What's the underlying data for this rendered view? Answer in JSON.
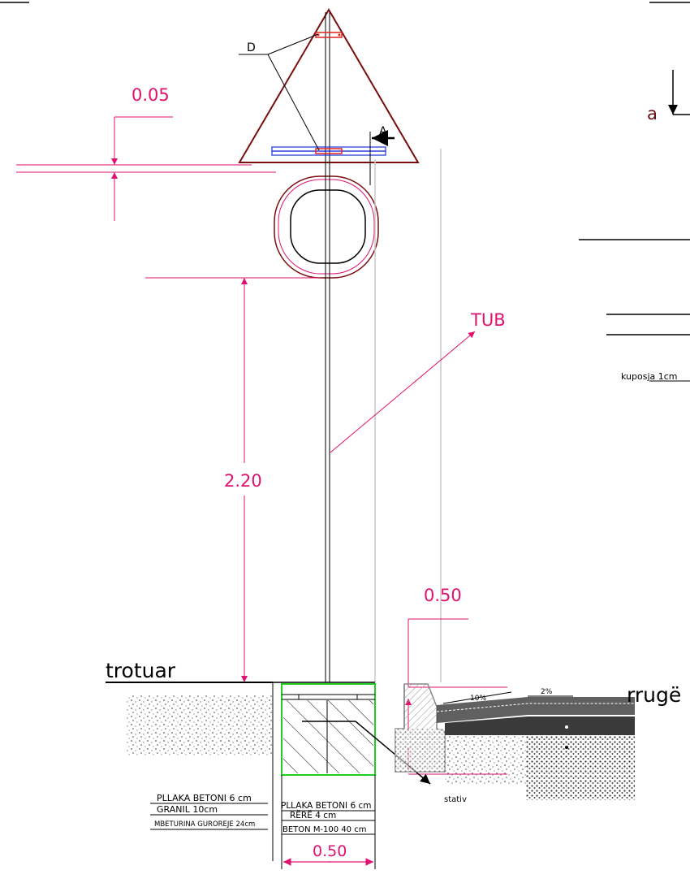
{
  "dimensions": {
    "plate_gap": "0.05",
    "pole_height": "2.20",
    "curb_offset": "0.50",
    "foundation_width": "0.50"
  },
  "labels": {
    "detail_d": "D",
    "detail_a": "A",
    "tube": "TUB",
    "sidewalk": "trotuar",
    "road": "rrugë",
    "stand": "stativ",
    "section_a": "a",
    "coupling": "kuposja  1cm",
    "slope_10": "10%",
    "slope_2": "2%"
  },
  "layers_sidewalk": [
    "PLLAKA BETONI  6 cm",
    "GRANIL  10cm",
    "MBETURINA GUROREJE 24cm"
  ],
  "layers_foundation": [
    "PLLAKA BETONI  6 cm",
    "RËRË  4 cm",
    "BETON M-100 40 cm"
  ],
  "colors": {
    "dimension": "#e0116f",
    "sign_outline": "#7a0e0e",
    "bracket": "#1c2fd8",
    "foundation": "#22cc22",
    "linework": "#000000"
  }
}
